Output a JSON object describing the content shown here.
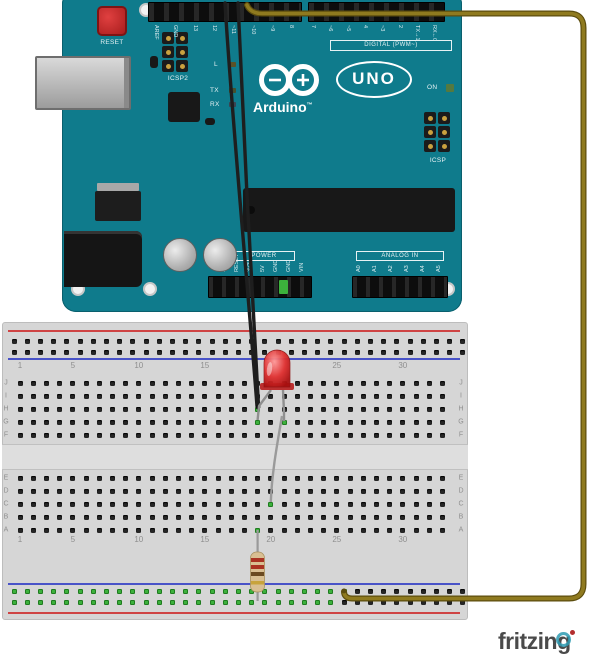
{
  "app": {
    "watermark": "fritzing"
  },
  "colors": {
    "board_teal": "#0f7b8c",
    "breadboard_gray": "#d6d6d6",
    "connected_green": "#3cb13c",
    "rail_red": "#cf4444",
    "rail_blue": "#4953c8"
  },
  "arduino": {
    "name": "Arduino UNO",
    "labels": {
      "reset": "RESET",
      "icsp2": "ICSP2",
      "icsp": "ICSP",
      "digital_caption": "DIGITAL (PWM~)",
      "power_caption": "POWER",
      "analog_caption": "ANALOG IN",
      "brand": "Arduino",
      "trademark": "™",
      "model": "UNO",
      "on": "ON",
      "led_l": "L",
      "tx": "TX",
      "rx": "RX"
    },
    "digital_pins_left": [
      "AREF",
      "GND",
      "13",
      "12",
      "~11",
      "~10",
      "~9",
      "8"
    ],
    "digital_pins_right": [
      "7",
      "~6",
      "~5",
      "4",
      "~3",
      "2",
      "TX→1",
      "RX←0"
    ],
    "power_pins": [
      "IOREF",
      "RESET",
      "3V3",
      "5V",
      "GND",
      "GND",
      "VIN"
    ],
    "analog_pins": [
      "A0",
      "A1",
      "A2",
      "A3",
      "A4",
      "A5"
    ]
  },
  "breadboard": {
    "column_labels": [
      "1",
      "5",
      "10",
      "15",
      "20",
      "25",
      "30"
    ],
    "column_numbers": [
      1,
      5,
      10,
      15,
      20,
      25,
      30
    ],
    "row_letters_top": [
      "J",
      "I",
      "H",
      "G",
      "F"
    ],
    "row_letters_bottom": [
      "E",
      "D",
      "C",
      "B",
      "A"
    ],
    "green_holes_main": [
      [
        257.6,
        409
      ],
      [
        257.6,
        422
      ],
      [
        284,
        422
      ],
      [
        270.8,
        504
      ],
      [
        257.6,
        530
      ]
    ],
    "green_rail_groups_bottom": [
      0,
      1,
      2,
      3,
      4
    ],
    "green_rail_extra": [
      [
        344,
        591
      ]
    ]
  },
  "components": {
    "led": {
      "type": "LED",
      "color": "#d42626"
    },
    "resistor": {
      "type": "resistor",
      "body_color": "#d9bf92",
      "bands": [
        "#aa3322",
        "#aa3322",
        "#6b4a20",
        "#c8a33c"
      ]
    },
    "wires": [
      {
        "id": "signal",
        "color": "#1e1e1e"
      },
      {
        "id": "ground",
        "color": "#8f7a1f"
      }
    ]
  }
}
